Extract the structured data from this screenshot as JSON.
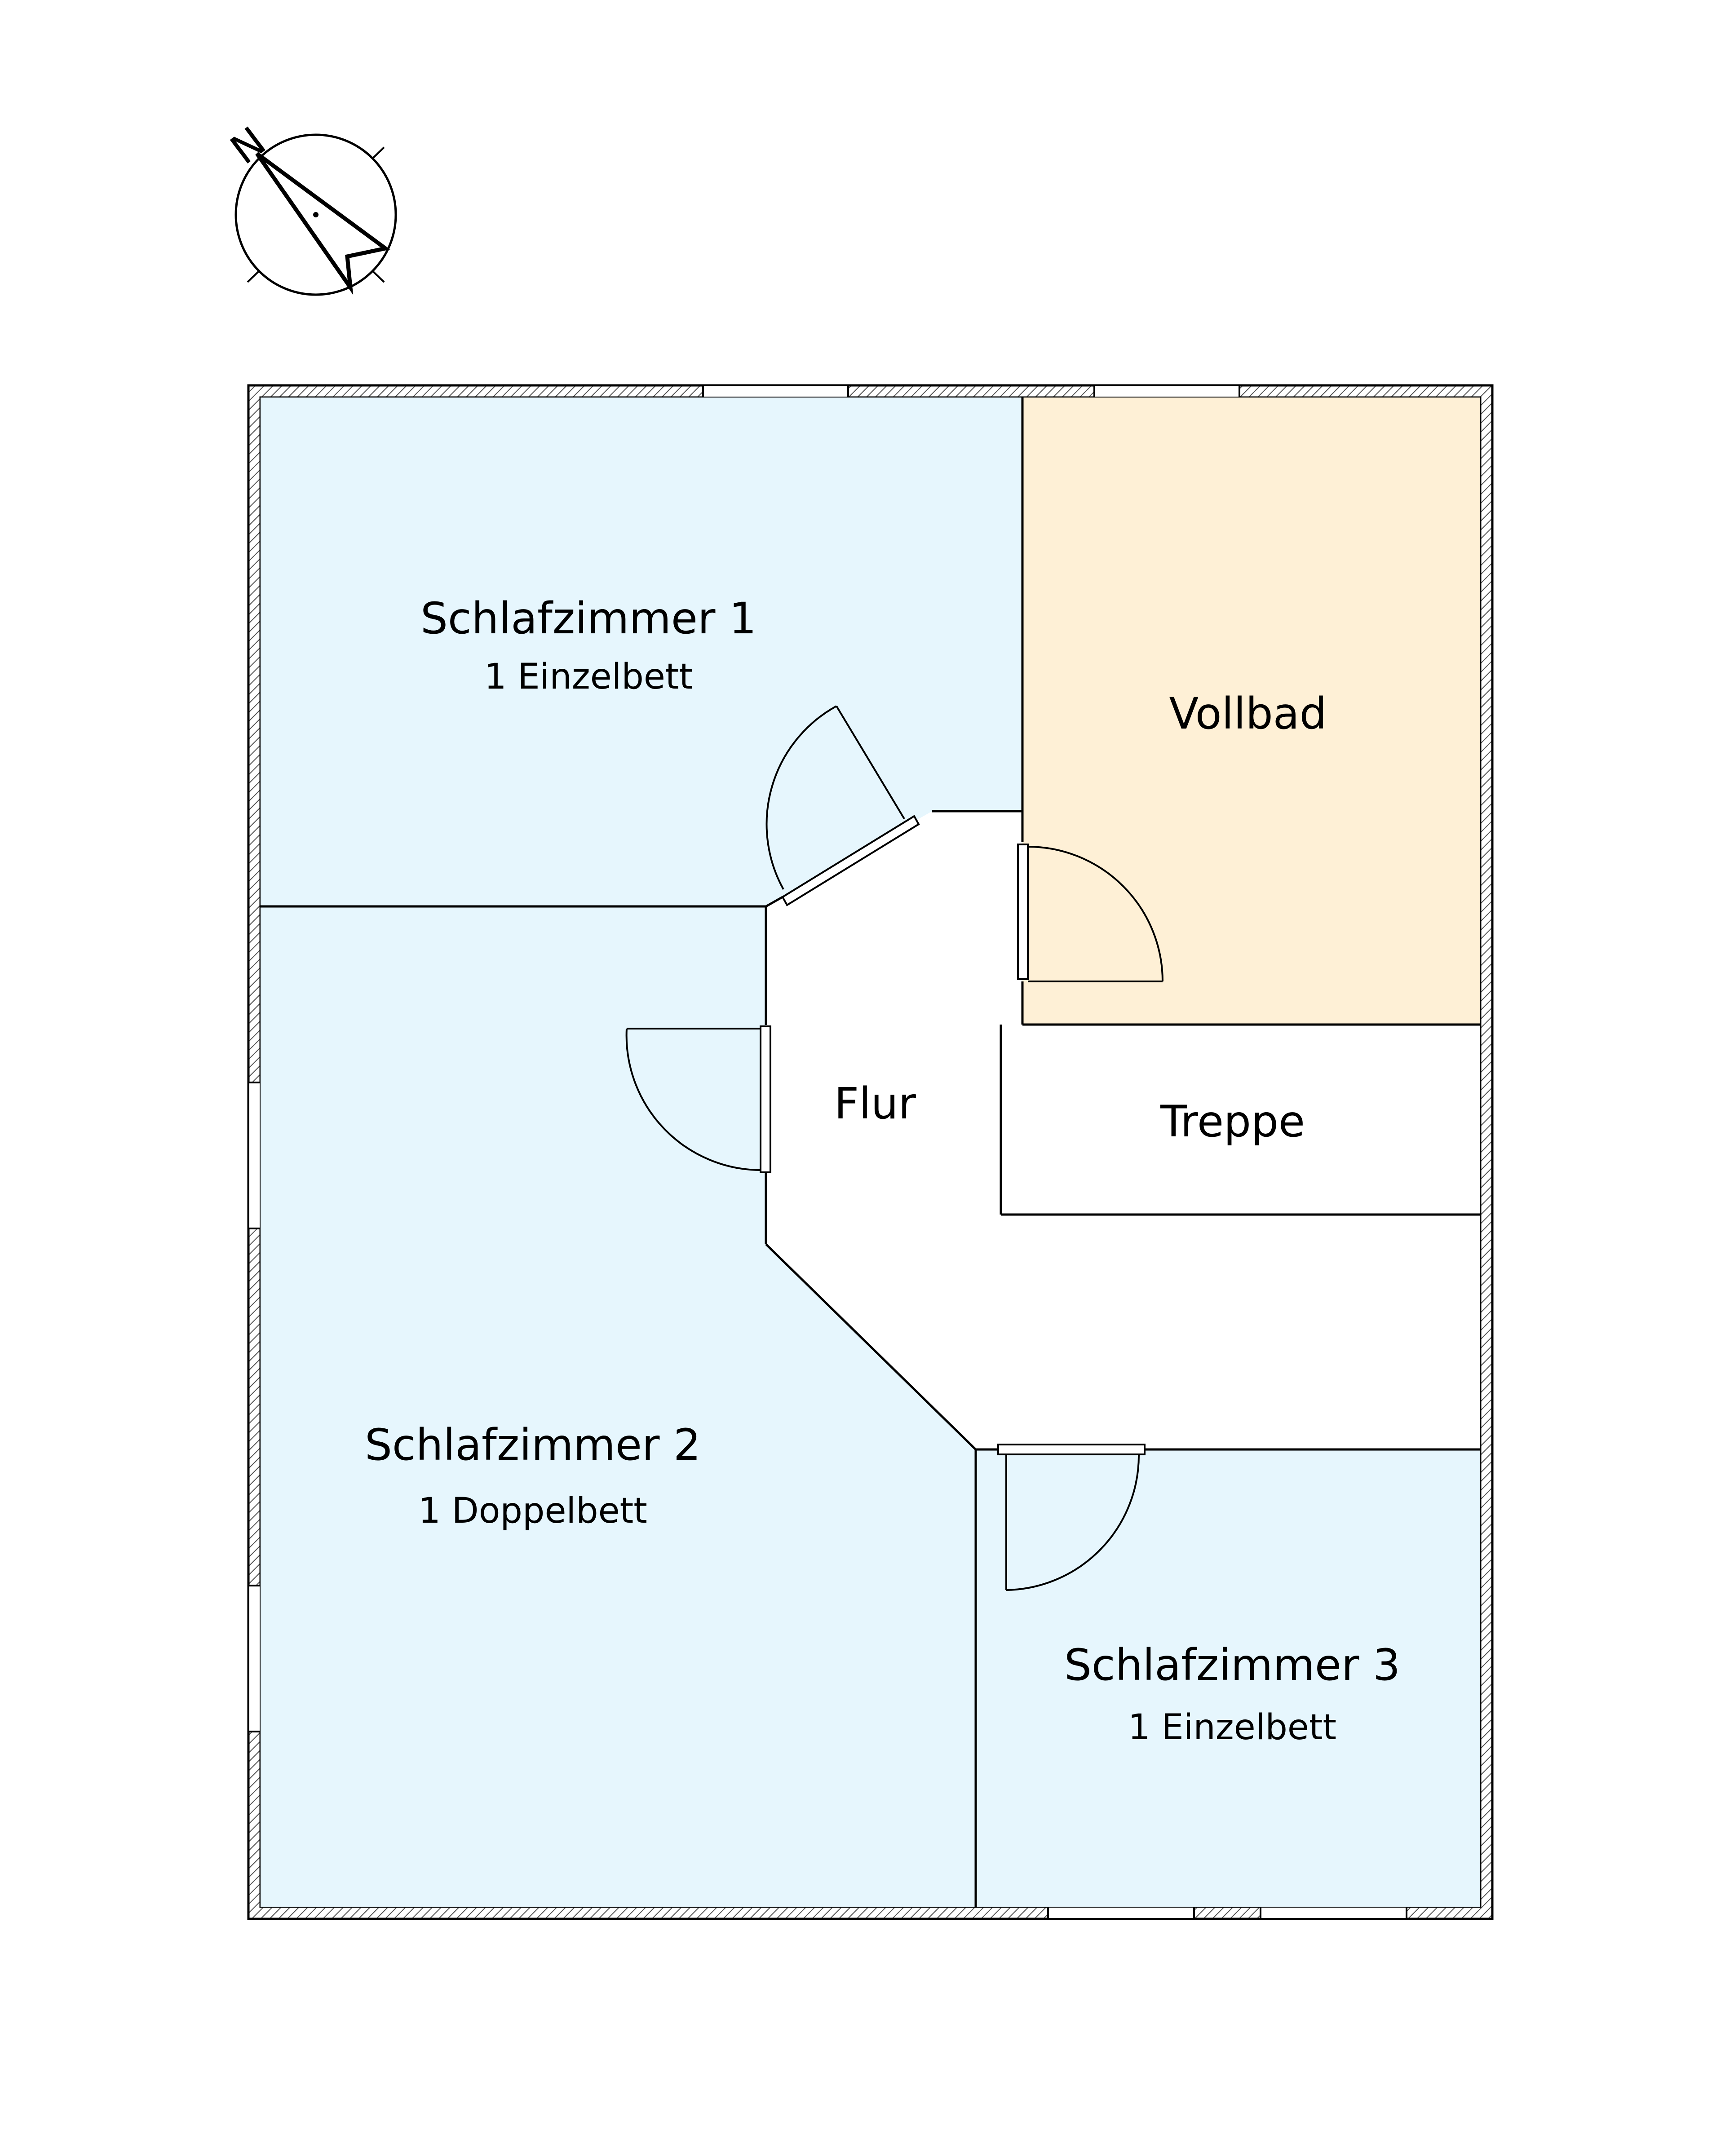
{
  "compass": {
    "north_letter": "N"
  },
  "colors": {
    "bedroom_fill": "#E6F6FD",
    "bath_fill": "#FEF0D6",
    "neutral_fill": "#FFFFFF",
    "line": "#000000"
  },
  "rooms": {
    "schlafzimmer_1": {
      "title": "Schlafzimmer 1",
      "subtitle": "1 Einzelbett"
    },
    "vollbad": {
      "title": "Vollbad"
    },
    "flur": {
      "title": "Flur"
    },
    "treppe": {
      "title": "Treppe"
    },
    "schlafzimmer_2": {
      "title": "Schlafzimmer 2",
      "subtitle": "1 Doppelbett"
    },
    "schlafzimmer_3": {
      "title": "Schlafzimmer 3",
      "subtitle": "1 Einzelbett"
    }
  }
}
